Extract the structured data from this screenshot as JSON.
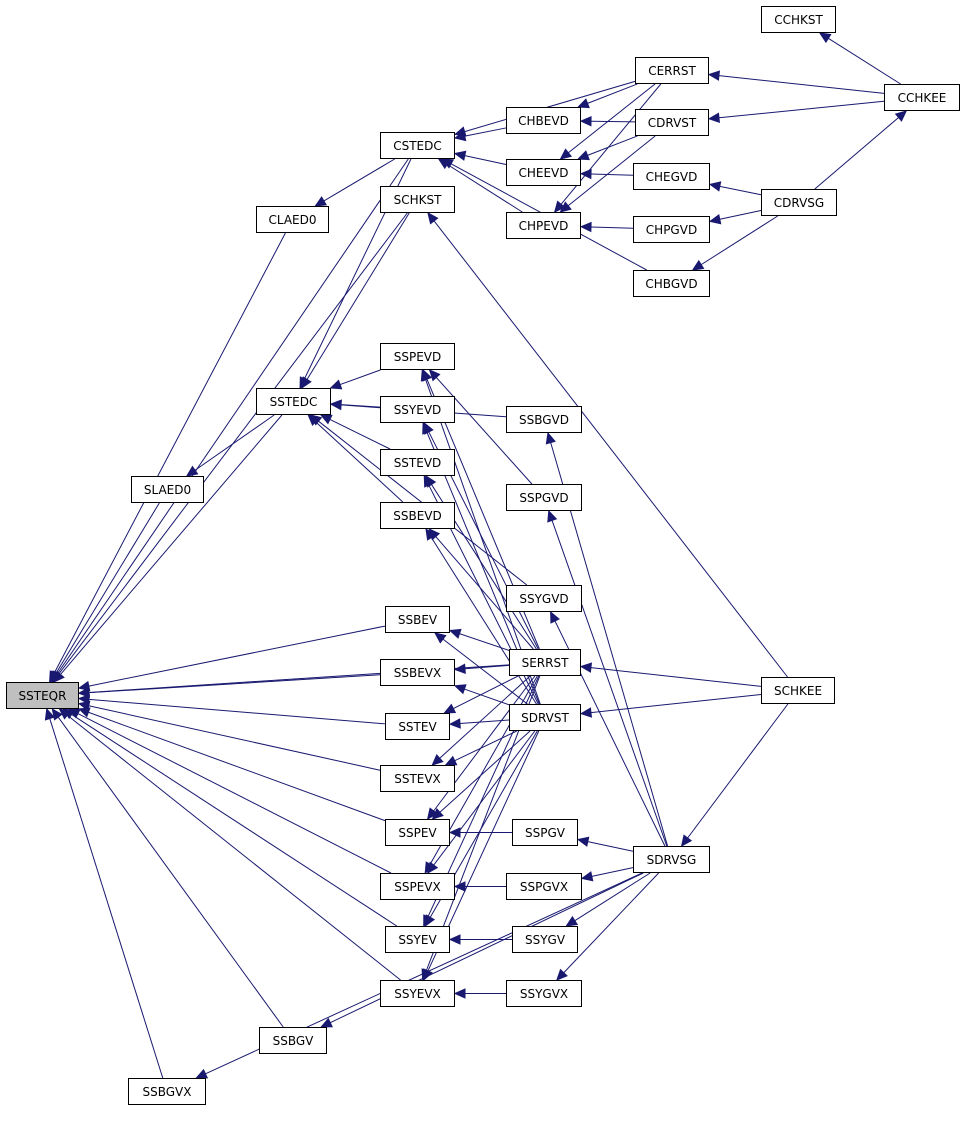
{
  "graph": {
    "title": "",
    "root": "SSTEQR",
    "edge_color": "#191970",
    "root_fill": "#bfbfbf",
    "nodes": [
      {
        "id": "SSTEQR",
        "label": "SSTEQR"
      },
      {
        "id": "CCHKST",
        "label": "CCHKST"
      },
      {
        "id": "CERRST",
        "label": "CERRST"
      },
      {
        "id": "CCHKEE",
        "label": "CCHKEE"
      },
      {
        "id": "CHBEVD",
        "label": "CHBEVD"
      },
      {
        "id": "CDRVST",
        "label": "CDRVST"
      },
      {
        "id": "CSTEDC",
        "label": "CSTEDC"
      },
      {
        "id": "CHEEVD",
        "label": "CHEEVD"
      },
      {
        "id": "CHEGVD",
        "label": "CHEGVD"
      },
      {
        "id": "SCHKST",
        "label": "SCHKST"
      },
      {
        "id": "CDRVSG",
        "label": "CDRVSG"
      },
      {
        "id": "CLAED0",
        "label": "CLAED0"
      },
      {
        "id": "CHPEVD",
        "label": "CHPEVD"
      },
      {
        "id": "CHPGVD",
        "label": "CHPGVD"
      },
      {
        "id": "CHBGVD",
        "label": "CHBGVD"
      },
      {
        "id": "SSPEVD",
        "label": "SSPEVD"
      },
      {
        "id": "SSTEDC",
        "label": "SSTEDC"
      },
      {
        "id": "SSYEVD",
        "label": "SSYEVD"
      },
      {
        "id": "SSBGVD",
        "label": "SSBGVD"
      },
      {
        "id": "STEVD",
        "label": "SSTEVD"
      },
      {
        "id": "SLAED0",
        "label": "SLAED0"
      },
      {
        "id": "SSPGVD",
        "label": "SSPGVD"
      },
      {
        "id": "SSBEVD",
        "label": "SSBEVD"
      },
      {
        "id": "SSYGVD",
        "label": "SSYGVD"
      },
      {
        "id": "SSBEV",
        "label": "SSBEV"
      },
      {
        "id": "SERRST",
        "label": "SERRST"
      },
      {
        "id": "SSBEVX",
        "label": "SSBEVX"
      },
      {
        "id": "SCHKEE",
        "label": "SCHKEE"
      },
      {
        "id": "SDRVST",
        "label": "SDRVST"
      },
      {
        "id": "SSTEV",
        "label": "SSTEV"
      },
      {
        "id": "SSTEVX",
        "label": "SSTEVX"
      },
      {
        "id": "SSPEV",
        "label": "SSPEV"
      },
      {
        "id": "SSPGV",
        "label": "SSPGV"
      },
      {
        "id": "SDRVSG",
        "label": "SDRVSG"
      },
      {
        "id": "SSPEVX",
        "label": "SSPEVX"
      },
      {
        "id": "SSPGVX",
        "label": "SSPGVX"
      },
      {
        "id": "SSYEV",
        "label": "SSYEV"
      },
      {
        "id": "SSYGV",
        "label": "SSYGV"
      },
      {
        "id": "SSYEVX",
        "label": "SSYEVX"
      },
      {
        "id": "SSYGVX",
        "label": "SSYGVX"
      },
      {
        "id": "SSBGV",
        "label": "SSBGV"
      },
      {
        "id": "SSBGVX",
        "label": "SSBGVX"
      }
    ],
    "edges": [
      [
        "CSTEDC",
        "SSTEQR"
      ],
      [
        "CLAED0",
        "SSTEQR"
      ],
      [
        "SCHKST",
        "SSTEQR"
      ],
      [
        "SSTEDC",
        "SSTEQR"
      ],
      [
        "SLAED0",
        "SSTEQR"
      ],
      [
        "SERRST",
        "SSTEQR"
      ],
      [
        "SSBEV",
        "SSTEQR"
      ],
      [
        "SSBEVX",
        "SSTEQR"
      ],
      [
        "SSTEV",
        "SSTEQR"
      ],
      [
        "SSTEVX",
        "SSTEQR"
      ],
      [
        "SSPEV",
        "SSTEQR"
      ],
      [
        "SSPEVX",
        "SSTEQR"
      ],
      [
        "SSYEV",
        "SSTEQR"
      ],
      [
        "SSYEVX",
        "SSTEQR"
      ],
      [
        "SSBGV",
        "SSTEQR"
      ],
      [
        "SSBGVX",
        "SSTEQR"
      ],
      [
        "CCHKEE",
        "CCHKST"
      ],
      [
        "CCHKEE",
        "CERRST"
      ],
      [
        "CCHKEE",
        "CDRVST"
      ],
      [
        "CDRVSG",
        "CCHKEE"
      ],
      [
        "CERRST",
        "CSTEDC"
      ],
      [
        "CERRST",
        "CHBEVD"
      ],
      [
        "CERRST",
        "CHEEVD"
      ],
      [
        "CERRST",
        "CHPEVD"
      ],
      [
        "CDRVST",
        "CHBEVD"
      ],
      [
        "CDRVST",
        "CHEEVD"
      ],
      [
        "CDRVST",
        "CHPEVD"
      ],
      [
        "CHBEVD",
        "CSTEDC"
      ],
      [
        "CHEEVD",
        "CSTEDC"
      ],
      [
        "CHPEVD",
        "CSTEDC"
      ],
      [
        "CHBGVD",
        "CSTEDC"
      ],
      [
        "CHEGVD",
        "CHEEVD"
      ],
      [
        "CHPGVD",
        "CHPEVD"
      ],
      [
        "CDRVSG",
        "CHEGVD"
      ],
      [
        "CDRVSG",
        "CHPGVD"
      ],
      [
        "CDRVSG",
        "CHBGVD"
      ],
      [
        "CSTEDC",
        "CLAED0"
      ],
      [
        "CSTEDC",
        "SSTEDC"
      ],
      [
        "SCHKEE",
        "SCHKST"
      ],
      [
        "SCHKST",
        "SSTEDC"
      ],
      [
        "SSPEVD",
        "SSTEDC"
      ],
      [
        "SSYEVD",
        "SSTEDC"
      ],
      [
        "STEVD",
        "SSTEDC"
      ],
      [
        "SSBEVD",
        "SSTEDC"
      ],
      [
        "SSBGVD",
        "SSTEDC"
      ],
      [
        "SSYGVD",
        "SSTEDC"
      ],
      [
        "SSTEDC",
        "SLAED0"
      ],
      [
        "SERRST",
        "SSPEVD"
      ],
      [
        "SERRST",
        "SSYEVD"
      ],
      [
        "SERRST",
        "STEVD"
      ],
      [
        "SERRST",
        "SSBEVD"
      ],
      [
        "SDRVST",
        "SSPEVD"
      ],
      [
        "SDRVST",
        "SSYEVD"
      ],
      [
        "SDRVST",
        "STEVD"
      ],
      [
        "SDRVST",
        "SSBEVD"
      ],
      [
        "SSPGVD",
        "SSPEVD"
      ],
      [
        "SDRVSG",
        "SSBGVD"
      ],
      [
        "SDRVSG",
        "SSPGVD"
      ],
      [
        "SDRVSG",
        "SSYGVD"
      ],
      [
        "SERRST",
        "SSBEV"
      ],
      [
        "SERRST",
        "SSBEVX"
      ],
      [
        "SERRST",
        "SSTEV"
      ],
      [
        "SERRST",
        "SSTEVX"
      ],
      [
        "SERRST",
        "SSPEV"
      ],
      [
        "SERRST",
        "SSPEVX"
      ],
      [
        "SERRST",
        "SSYEV"
      ],
      [
        "SERRST",
        "SSYEVX"
      ],
      [
        "SDRVST",
        "SSBEV"
      ],
      [
        "SDRVST",
        "SSBEVX"
      ],
      [
        "SDRVST",
        "SSTEV"
      ],
      [
        "SDRVST",
        "SSTEVX"
      ],
      [
        "SDRVST",
        "SSPEV"
      ],
      [
        "SDRVST",
        "SSPEVX"
      ],
      [
        "SDRVST",
        "SSYEV"
      ],
      [
        "SDRVST",
        "SSYEVX"
      ],
      [
        "SCHKEE",
        "SERRST"
      ],
      [
        "SCHKEE",
        "SDRVST"
      ],
      [
        "SCHKEE",
        "SDRVSG"
      ],
      [
        "SSPGV",
        "SSPEV"
      ],
      [
        "SSPGVX",
        "SSPEVX"
      ],
      [
        "SSYGV",
        "SSYEV"
      ],
      [
        "SSYGVX",
        "SSYEVX"
      ],
      [
        "SDRVSG",
        "SSPGV"
      ],
      [
        "SDRVSG",
        "SSPGVX"
      ],
      [
        "SDRVSG",
        "SSYGV"
      ],
      [
        "SDRVSG",
        "SSYGVX"
      ],
      [
        "SDRVSG",
        "SSBGV"
      ],
      [
        "SDRVSG",
        "SSBGVX"
      ]
    ]
  }
}
